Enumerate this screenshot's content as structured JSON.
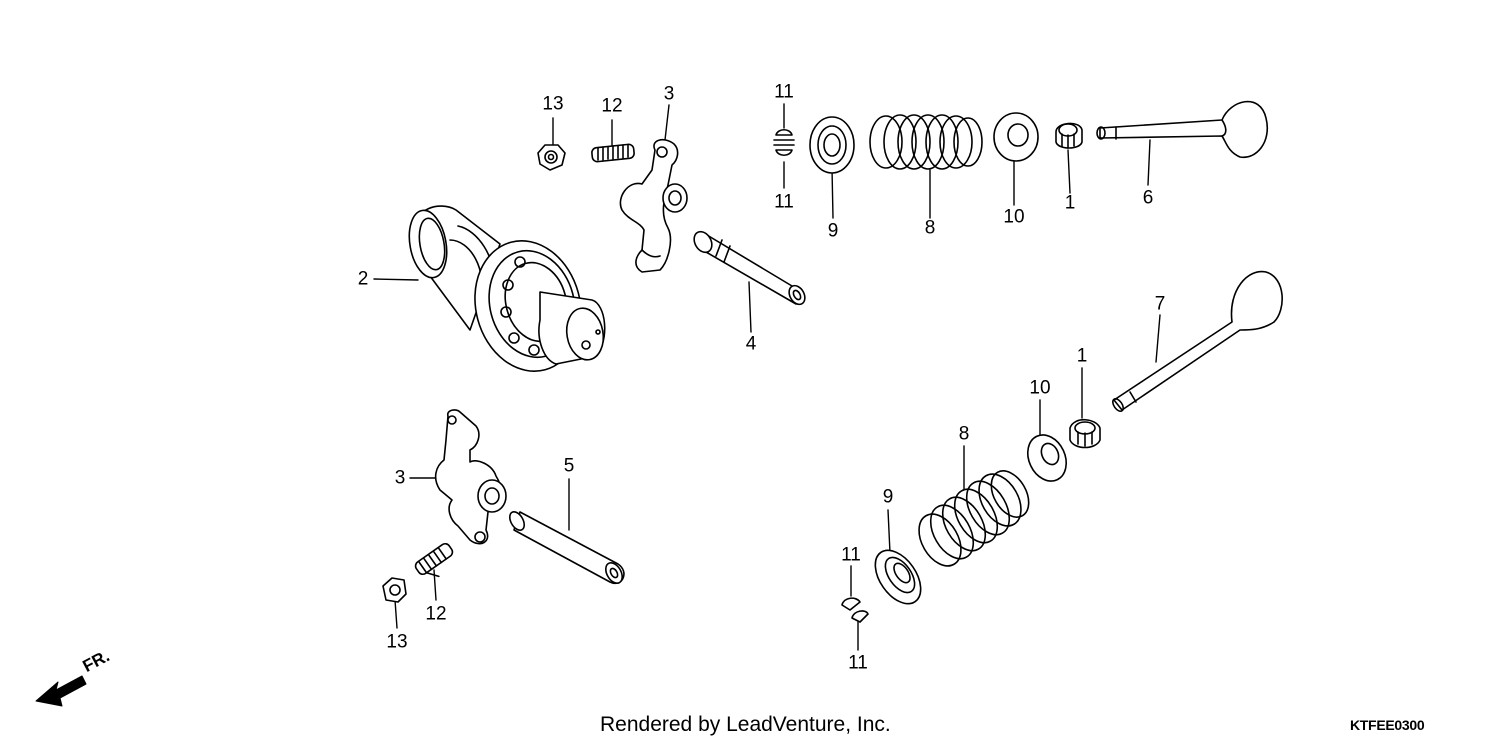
{
  "footer": {
    "credit": "Rendered by LeadVenture, Inc.",
    "diagram_code": "KTFEE0300"
  },
  "direction": {
    "label": "FR.",
    "icon": "front-direction-arrow-icon"
  },
  "callouts": [
    {
      "id": "c13a",
      "text": "13"
    },
    {
      "id": "c12a",
      "text": "12"
    },
    {
      "id": "c3a",
      "text": "3"
    },
    {
      "id": "c11a",
      "text": "11"
    },
    {
      "id": "c11b",
      "text": "11"
    },
    {
      "id": "c9a",
      "text": "9"
    },
    {
      "id": "c8a",
      "text": "8"
    },
    {
      "id": "c10a",
      "text": "10"
    },
    {
      "id": "c1a",
      "text": "1"
    },
    {
      "id": "c6",
      "text": "6"
    },
    {
      "id": "c2",
      "text": "2"
    },
    {
      "id": "c4",
      "text": "4"
    },
    {
      "id": "c7",
      "text": "7"
    },
    {
      "id": "c1b",
      "text": "1"
    },
    {
      "id": "c10b",
      "text": "10"
    },
    {
      "id": "c8b",
      "text": "8"
    },
    {
      "id": "c9b",
      "text": "9"
    },
    {
      "id": "c3b",
      "text": "3"
    },
    {
      "id": "c5",
      "text": "5"
    },
    {
      "id": "c11c",
      "text": "11"
    },
    {
      "id": "c11d",
      "text": "11"
    },
    {
      "id": "c12b",
      "text": "12"
    },
    {
      "id": "c13b",
      "text": "13"
    }
  ]
}
